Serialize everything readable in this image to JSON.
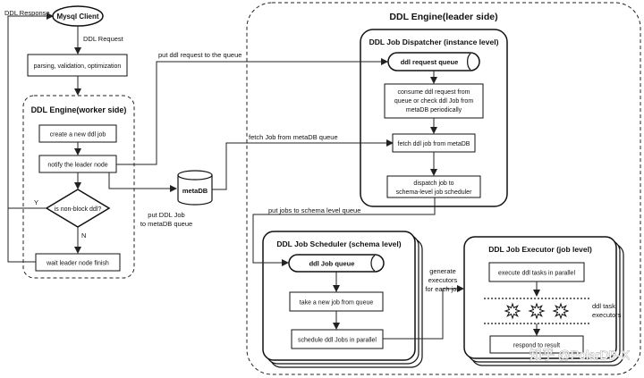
{
  "left": {
    "ddl_response": "DDL Response",
    "mysql_client": "Mysql Client",
    "ddl_request": "DDL Request",
    "parsing": "parsing, validation, optimization",
    "worker_title": "DDL Engine(worker side)",
    "create_job": "create a new ddl job",
    "notify_leader": "notify the leader node",
    "non_block": "is non-block ddl?",
    "yes": "Y",
    "no": "N",
    "wait_leader": "wait leader node finish"
  },
  "middle": {
    "put_request": "put ddl request to the queue",
    "fetch_job": "fetch Job from metaDB queue",
    "metadb": "metaDB",
    "put_job_line1": "put DDL Job",
    "put_job_line2": "to metaDB queue",
    "put_schema": "put jobs to schema level queue"
  },
  "leader": {
    "title": "DDL Engine(leader side)",
    "dispatcher_title": "DDL Job Dispatcher (instance level)",
    "request_queue": "ddl request queue",
    "consume_line1": "consume ddl request from",
    "consume_line2": "queue or check ddl Job from",
    "consume_line3": "metaDB periodically",
    "fetch_from_metadb": "fetch ddl job from metaDB",
    "dispatch_line1": "dispatch job to",
    "dispatch_line2": "schema-level job scheduler"
  },
  "scheduler": {
    "title": "DDL Job Scheduler (schema level)",
    "queue": "ddl Job queue",
    "take_job": "take a new job from queue",
    "schedule": "schedule ddl Jobs in parallel"
  },
  "generate": {
    "line1": "generate",
    "line2": "executors",
    "line3": "for each job"
  },
  "executor": {
    "title": "DDL Job Executor (job level)",
    "execute": "execute ddl tasks in parallel",
    "tasks_line1": "ddl task",
    "tasks_line2": "executors",
    "result": "respond to result"
  },
  "watermark": "知乎 @PolarDB-X"
}
